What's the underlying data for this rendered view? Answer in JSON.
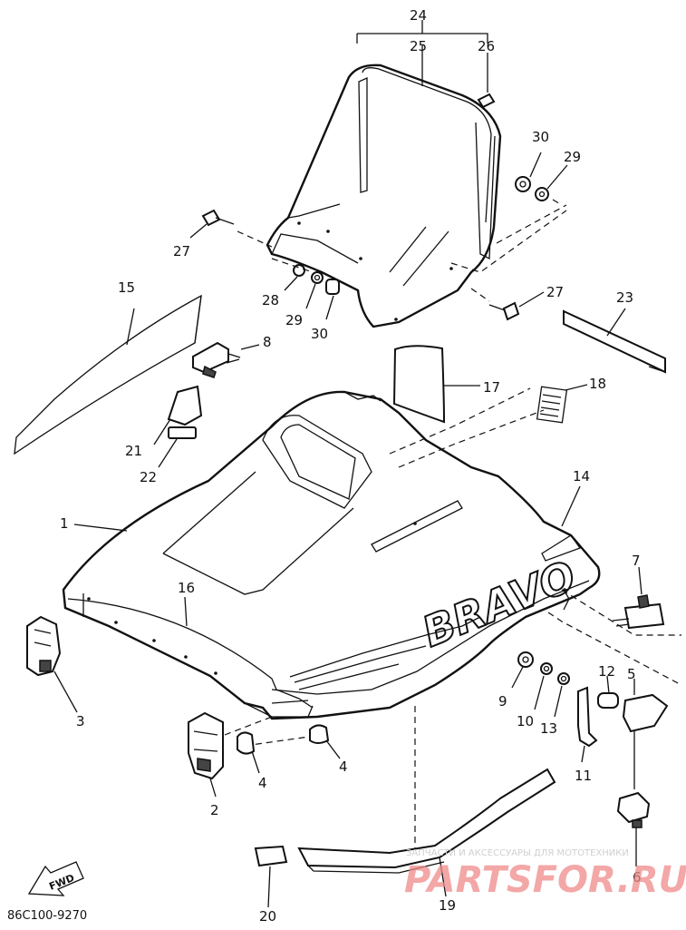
{
  "diagram": {
    "code": "86C100-9270",
    "forward_label": "FWD",
    "hood_brand": "BRAVO",
    "watermark_top": "ЗАПЧАСТИ И АКСЕССУАРЫ ДЛЯ МОТОТЕХНИКИ",
    "watermark_brand": "PARTSFOR.RU",
    "callouts": {
      "n1": "1",
      "n2": "2",
      "n3": "3",
      "n4a": "4",
      "n4b": "4",
      "n5": "5",
      "n6": "6",
      "n7": "7",
      "n8": "8",
      "n9": "9",
      "n10": "10",
      "n11": "11",
      "n12": "12",
      "n13": "13",
      "n14": "14",
      "n15": "15",
      "n16": "16",
      "n17": "17",
      "n18": "18",
      "n19": "19",
      "n20": "20",
      "n21": "21",
      "n22": "22",
      "n23": "23",
      "n24": "24",
      "n25": "25",
      "n26": "26",
      "n27a": "27",
      "n27b": "27",
      "n28": "28",
      "n29a": "29",
      "n29b": "29",
      "n30a": "30",
      "n30b": "30"
    }
  }
}
